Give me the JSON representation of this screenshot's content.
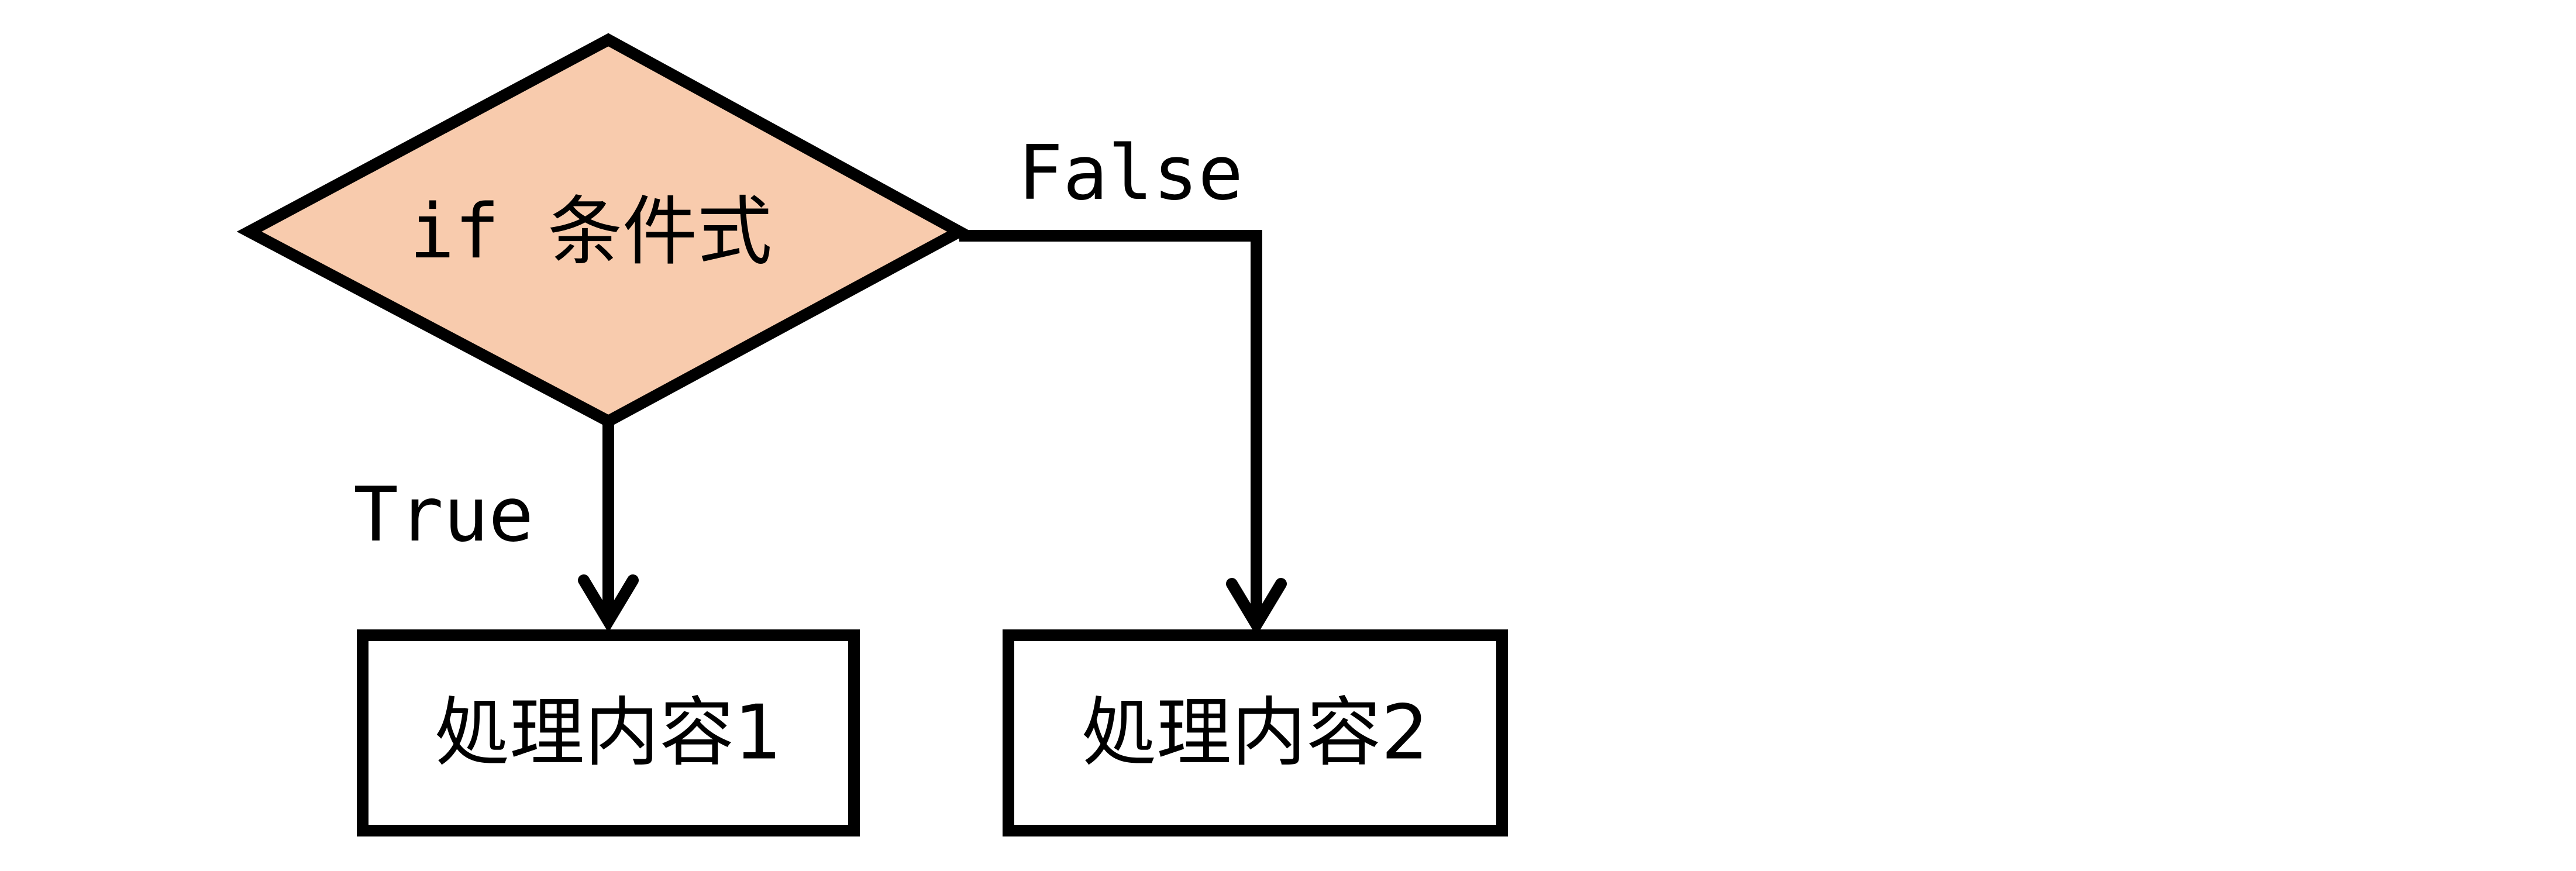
{
  "decision": {
    "keyword": "if",
    "condition": "条件式",
    "fill_color": "#F8CBAD"
  },
  "branches": {
    "true_label": "True",
    "false_label": "False"
  },
  "process_1": {
    "label": "処理内容1"
  },
  "process_2": {
    "label": "処理内容2"
  },
  "colors": {
    "stroke": "#000000",
    "background": "#FFFFFF"
  }
}
